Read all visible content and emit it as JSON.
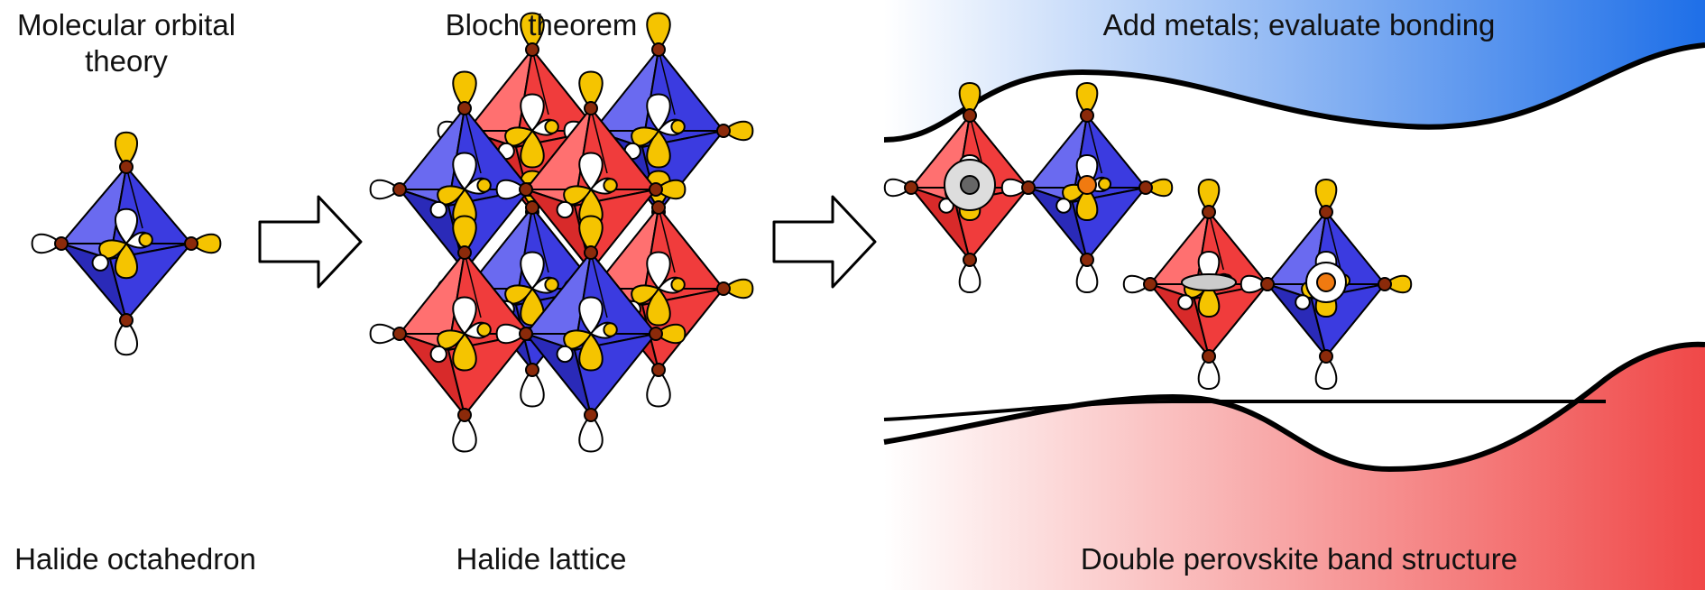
{
  "panels": [
    {
      "top_label": "Molecular orbital theory",
      "top_label_line1": "Molecular orbital",
      "top_label_line2": "theory",
      "bottom_label": "Halide octahedron"
    },
    {
      "top_label": "Bloch theorem",
      "bottom_label": "Halide lattice"
    },
    {
      "top_label": "Add metals; evaluate bonding",
      "bottom_label": "Double perovskite band structure"
    }
  ],
  "colors": {
    "blue": "#3b3be0",
    "red": "#f03c3c",
    "halide": "#8b2a0a",
    "lobe": "#f5c400",
    "band_blue": "#1e6fe8",
    "band_red": "#f04848"
  },
  "icons": [
    "octahedron",
    "p-orbital-lobe",
    "arrow-right"
  ]
}
